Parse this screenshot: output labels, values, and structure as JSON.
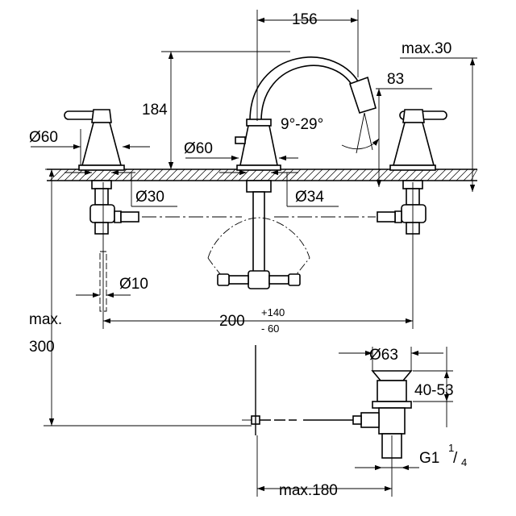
{
  "drawing": {
    "labels": {
      "spout_reach": "156",
      "max30": "max.30",
      "d83": "83",
      "d184": "184",
      "angle": "9°-29°",
      "d60_left": "Ø60",
      "d60_center": "Ø60",
      "d30": "Ø30",
      "d34": "Ø34",
      "d10": "Ø10",
      "max": "max.",
      "d300": "300",
      "spread": "200",
      "spread_plus": "+140",
      "spread_minus": "- 60",
      "d63": "Ø63",
      "d40_53": "40-53",
      "thread_main": "G1",
      "thread_num": "1",
      "thread_den": "4",
      "max180": "max.180"
    }
  }
}
